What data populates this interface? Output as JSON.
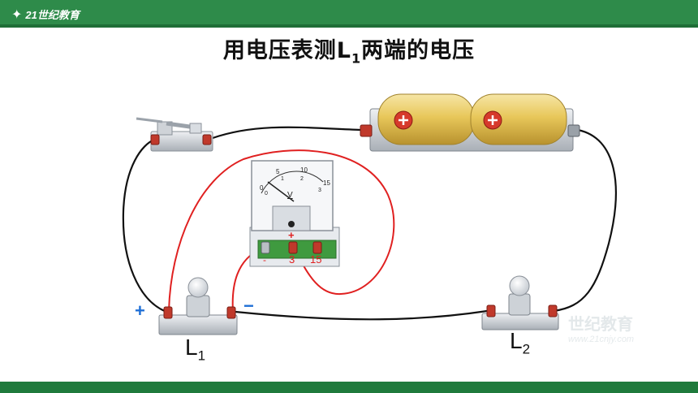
{
  "header": {
    "logo_text": "21世纪教育"
  },
  "title": {
    "main": "用电压表测L",
    "sub": "1",
    "tail": "两端的电压"
  },
  "voltmeter": {
    "scale_top": [
      "0",
      "5",
      "10",
      "15"
    ],
    "scale_bottom": [
      "0",
      "1",
      "2",
      "3"
    ],
    "unit": "V",
    "terminals": [
      "-",
      "3",
      "15"
    ],
    "plus_mark": "+"
  },
  "labels": {
    "l1_main": "L",
    "l1_sub": "1",
    "l2_main": "L",
    "l2_sub": "2",
    "plus": "+",
    "minus": "−"
  },
  "watermark": {
    "text": "世纪教育",
    "url": "www.21cnjy.com"
  },
  "colors": {
    "wire": "#111111",
    "probe_wire": "#e02020",
    "header": "#2e8b4a",
    "battery": "#e8c75a"
  }
}
